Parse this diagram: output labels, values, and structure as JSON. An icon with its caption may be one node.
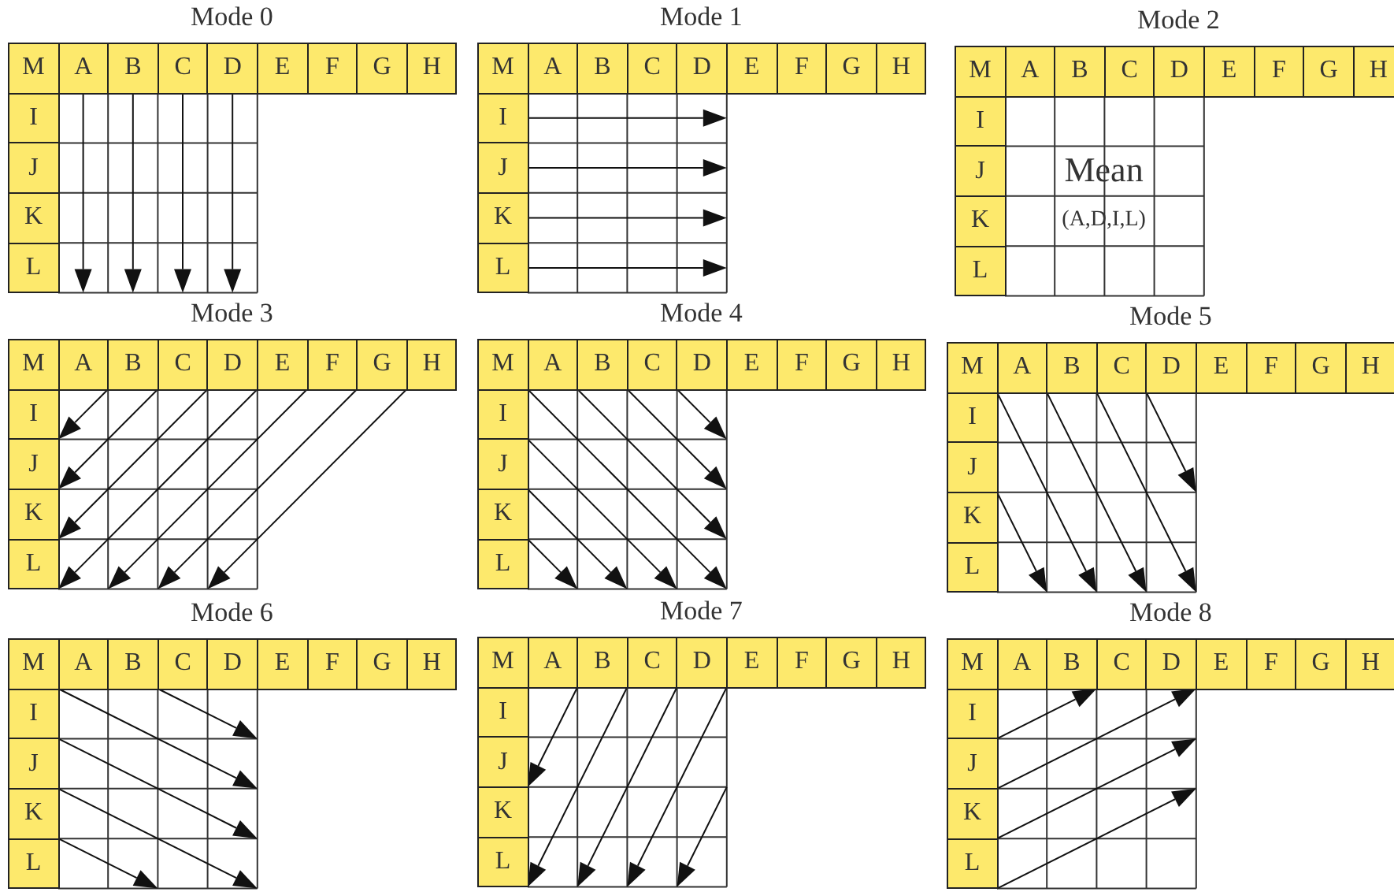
{
  "diagram": {
    "labels": [
      "Mode 0",
      "M",
      "A",
      "B",
      "C",
      "D",
      "E",
      "F",
      "G",
      "H",
      "I",
      "J",
      "K",
      "L",
      "Mode 1",
      "M",
      "A",
      "B",
      "C",
      "D",
      "E",
      "F",
      "G",
      "H",
      "I",
      "J",
      "K",
      "L",
      "Mode 2",
      "M",
      "A",
      "B",
      "C",
      "D",
      "E",
      "F",
      "G",
      "H",
      "I",
      "J",
      "K",
      "L",
      "Mean",
      "(A,D,I,L)",
      "Mode 3",
      "M",
      "A",
      "B",
      "C",
      "D",
      "E",
      "F",
      "G",
      "H",
      "I",
      "J",
      "K",
      "L",
      "Mode 4",
      "M",
      "A",
      "B",
      "C",
      "D",
      "E",
      "F",
      "G",
      "H",
      "I",
      "J",
      "K",
      "L",
      "Mode 5",
      "M",
      "A",
      "B",
      "C",
      "D",
      "E",
      "F",
      "G",
      "H",
      "I",
      "J",
      "K",
      "L",
      "Mode 6",
      "M",
      "A",
      "B",
      "C",
      "D",
      "E",
      "F",
      "G",
      "H",
      "I",
      "J",
      "K",
      "L",
      "Mode 7",
      "M",
      "A",
      "B",
      "C",
      "D",
      "E",
      "F",
      "G",
      "H",
      "I",
      "J",
      "K",
      "L",
      "Mode 8",
      "M",
      "A",
      "B",
      "C",
      "D",
      "E",
      "F",
      "G",
      "H",
      "I",
      "J",
      "K",
      "L"
    ]
  }
}
